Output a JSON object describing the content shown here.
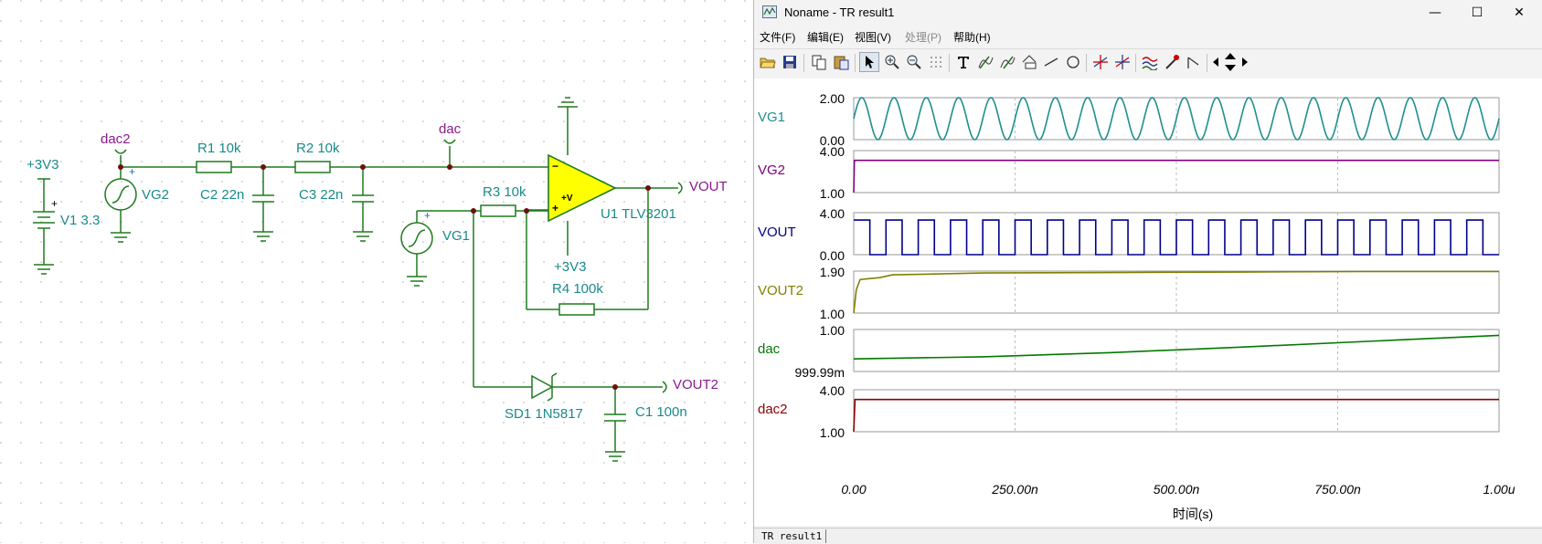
{
  "schematic": {
    "labels": {
      "v3v3_top": "+3V3",
      "v1": "V1 3.3",
      "dac2_top": "dac2",
      "vg2": "VG2",
      "r1": "R1 10k",
      "r2": "R2 10k",
      "c2": "C2 22n",
      "c3": "C3 22n",
      "dac_top": "dac",
      "r3": "R3 10k",
      "vg1": "VG1",
      "u1": "U1 TLV3201",
      "opamp_v": "+V",
      "v3v3_bottom": "+3V3",
      "r4": "R4 100k",
      "vout": "VOUT",
      "sd1": "SD1 1N5817",
      "c1": "C1 100n",
      "vout2": "VOUT2"
    }
  },
  "window": {
    "title": "Noname - TR result1",
    "controls": {
      "minimize": "—",
      "maximize": "☐",
      "close": "✕"
    },
    "menu": [
      {
        "label": "文件(F)",
        "enabled": true
      },
      {
        "label": "编辑(E)",
        "enabled": true
      },
      {
        "label": "视图(V)",
        "enabled": true
      },
      {
        "label": "处理(P)",
        "enabled": false
      },
      {
        "label": "帮助(H)",
        "enabled": true
      }
    ],
    "toolbar_icons": [
      "open-icon",
      "save-icon",
      "copy-icon",
      "paste-icon",
      "pointer-icon",
      "zoom-in-icon",
      "zoom-out-icon",
      "grid-icon",
      "text-icon",
      "cursor-a-icon",
      "cursor-b-icon",
      "annotation-icon",
      "line-icon",
      "circle-icon",
      "marker-a-icon",
      "marker-b-icon",
      "trace-icon",
      "probe-icon",
      "flag-icon",
      "arrow-left-icon",
      "arrow-updown-icon",
      "arrow-right-icon"
    ],
    "status_tab": "TR result1"
  },
  "chart_data": {
    "type": "line",
    "xlabel": "时间(s)",
    "xlim": [
      0,
      1.0
    ],
    "x_unit": "us",
    "x_ticks": [
      0,
      0.25,
      0.5,
      0.75,
      1.0
    ],
    "x_tick_labels": [
      "0.00",
      "250.00n",
      "500.00n",
      "750.00n",
      "1.00u"
    ],
    "series": [
      {
        "name": "VG1",
        "color": "#1f8f8f",
        "ylim": [
          0.0,
          2.0
        ],
        "y_tick_labels": [
          "2.00",
          "0.00"
        ],
        "shape": "sine",
        "cycles": 20
      },
      {
        "name": "VG2",
        "color": "#800080",
        "ylim": [
          1.0,
          4.0
        ],
        "y_tick_labels": [
          "4.00",
          "1.00"
        ],
        "points": [
          [
            0,
            1.0
          ],
          [
            0.001,
            3.3
          ],
          [
            1.0,
            3.3
          ]
        ]
      },
      {
        "name": "VOUT",
        "color": "#00008b",
        "ylim": [
          0.0,
          4.0
        ],
        "y_tick_labels": [
          "4.00",
          "0.00"
        ],
        "shape": "square",
        "cycles": 20,
        "low": 0.0,
        "high": 3.3
      },
      {
        "name": "VOUT2",
        "color": "#808000",
        "ylim": [
          1.0,
          1.9
        ],
        "y_tick_labels": [
          "1.90",
          "1.00"
        ],
        "points": [
          [
            0,
            1.0
          ],
          [
            0.004,
            1.5
          ],
          [
            0.01,
            1.72
          ],
          [
            0.04,
            1.76
          ],
          [
            0.06,
            1.82
          ],
          [
            0.1,
            1.83
          ],
          [
            0.2,
            1.86
          ],
          [
            0.4,
            1.87
          ],
          [
            0.6,
            1.88
          ],
          [
            0.8,
            1.89
          ],
          [
            1.0,
            1.89
          ]
        ]
      },
      {
        "name": "dac",
        "color": "#007a00",
        "ylim": [
          0.99999,
          1.0
        ],
        "y_tick_labels": [
          "1.00",
          "999.99m"
        ],
        "points": [
          [
            0,
            0.999993
          ],
          [
            0.2,
            0.9999935
          ],
          [
            0.4,
            0.9999945
          ],
          [
            0.6,
            0.9999958
          ],
          [
            0.8,
            0.9999972
          ],
          [
            1.0,
            0.9999986
          ]
        ]
      },
      {
        "name": "dac2",
        "color": "#8b0000",
        "ylim": [
          1.0,
          4.0
        ],
        "y_tick_labels": [
          "4.00",
          "1.00"
        ],
        "points": [
          [
            0,
            1.0
          ],
          [
            0.002,
            3.3
          ],
          [
            1.0,
            3.3
          ]
        ]
      }
    ]
  }
}
